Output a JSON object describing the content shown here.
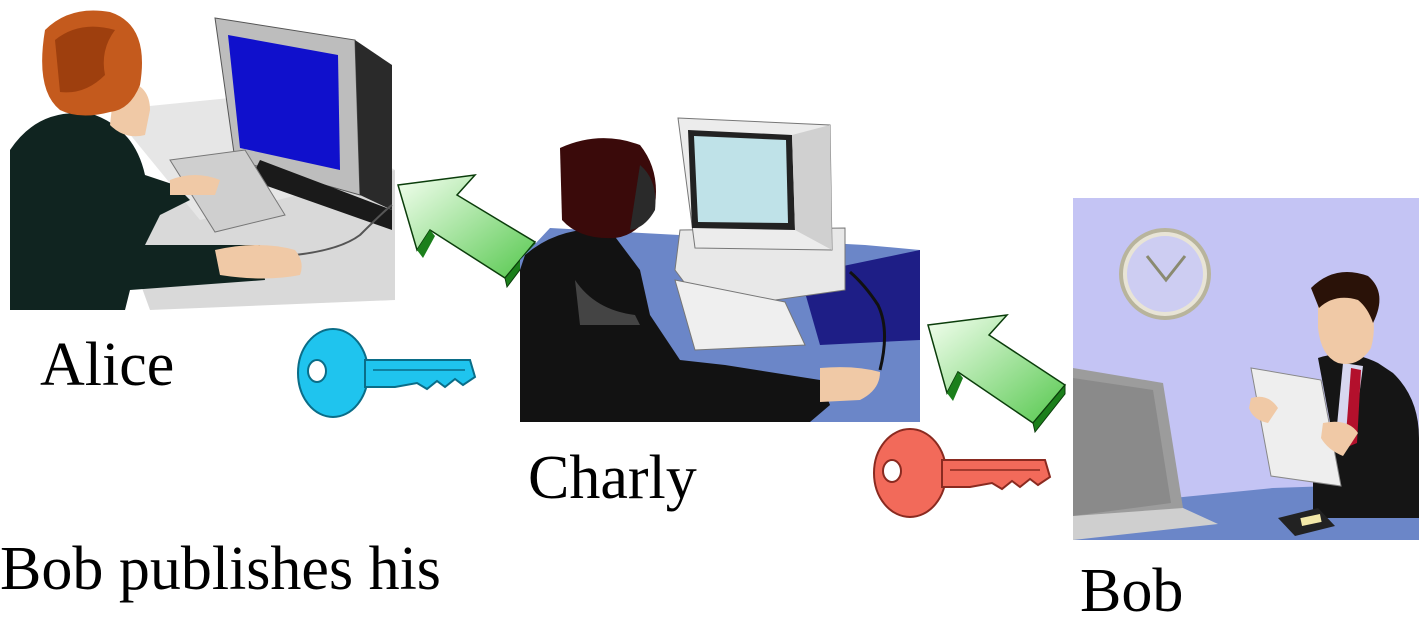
{
  "labels": {
    "alice": "Alice",
    "charly": "Charly",
    "bob": "Bob",
    "caption": "Bob publishes his"
  },
  "icons": {
    "alice": "woman-at-computer-clipart",
    "charly": "man-at-computer-clipart",
    "bob": "man-reading-document-clipart",
    "arrow_to_alice": "green-arrow-up-left-icon",
    "arrow_to_charly": "green-arrow-up-left-icon",
    "blue_key": "blue-key-icon",
    "red_key": "red-key-icon"
  },
  "colors": {
    "blue_key": "#1fc4ee",
    "red_key": "#f26a5a",
    "arrow_green": "#2fb52f",
    "bob_wall": "#c4c4f4",
    "charly_desk": "#6b86c8"
  }
}
